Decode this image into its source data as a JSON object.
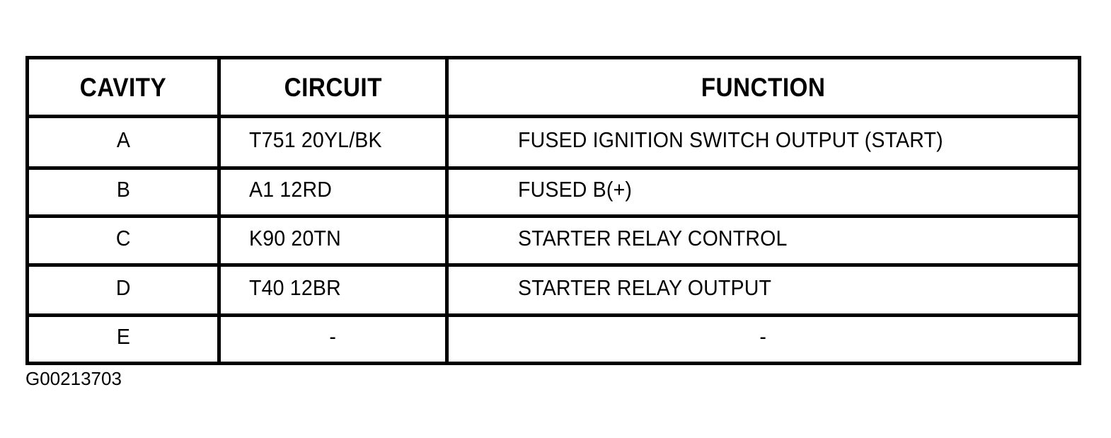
{
  "figure": {
    "caption": "G00213703",
    "colors": {
      "ink": "#000000",
      "background": "#ffffff"
    }
  },
  "table": {
    "columns": [
      {
        "key": "cavity",
        "label": "CAVITY",
        "align": "center"
      },
      {
        "key": "circuit",
        "label": "CIRCUIT",
        "align": "left"
      },
      {
        "key": "function",
        "label": "FUNCTION",
        "align": "left"
      }
    ],
    "rows": [
      {
        "cavity": "A",
        "circuit": "T751 20YL/BK",
        "function": "FUSED IGNITION SWITCH OUTPUT (START)"
      },
      {
        "cavity": "B",
        "circuit": "A1 12RD",
        "function": "FUSED B(+)"
      },
      {
        "cavity": "C",
        "circuit": "K90 20TN",
        "function": "STARTER RELAY CONTROL"
      },
      {
        "cavity": "D",
        "circuit": "T40 12BR",
        "function": "STARTER RELAY OUTPUT"
      },
      {
        "cavity": "E",
        "circuit": "-",
        "function": "-"
      }
    ]
  }
}
